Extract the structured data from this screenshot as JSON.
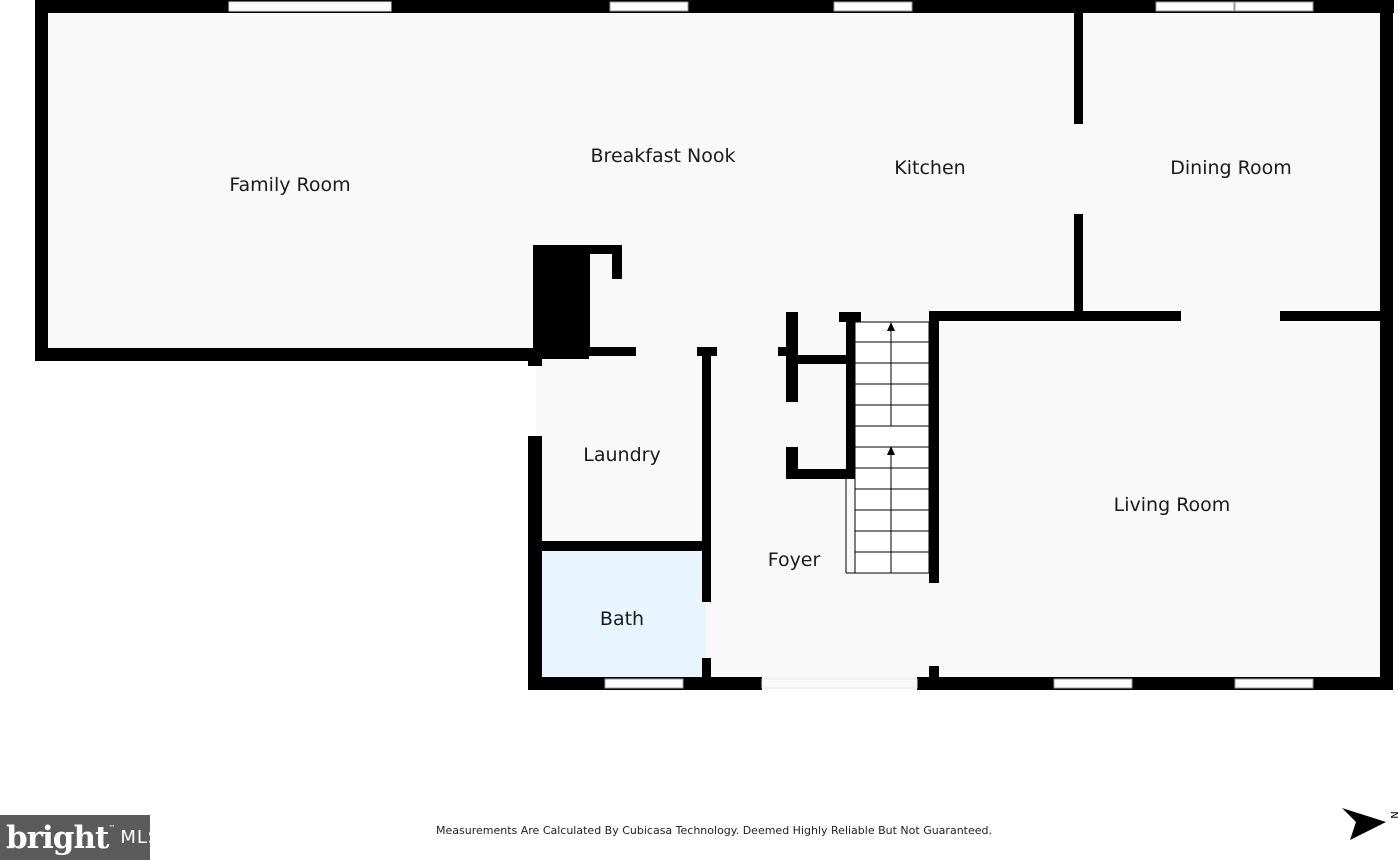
{
  "floorplan": {
    "rooms": [
      {
        "id": "family-room",
        "label": "Family Room",
        "fill": "#f9f9f9"
      },
      {
        "id": "breakfast-nook",
        "label": "Breakfast Nook",
        "fill": "#f9f9f9"
      },
      {
        "id": "kitchen",
        "label": "Kitchen",
        "fill": "#f9f9f9"
      },
      {
        "id": "dining-room",
        "label": "Dining Room",
        "fill": "#f9f9f9"
      },
      {
        "id": "living-room",
        "label": "Living Room",
        "fill": "#f9f9f9"
      },
      {
        "id": "laundry",
        "label": "Laundry",
        "fill": "#f9f9f9"
      },
      {
        "id": "bath",
        "label": "Bath",
        "fill": "#e8f5fe"
      },
      {
        "id": "foyer",
        "label": "Foyer",
        "fill": "#f9f9f9"
      }
    ],
    "wall_color": "#000000"
  },
  "footer": {
    "disclaimer": "Measurements Are Calculated By Cubicasa Technology. Deemed Highly Reliable But Not Guaranteed.",
    "brand": {
      "name": "bright",
      "trademark": "™",
      "suffix": "MLS",
      "background": "#5b5b5b"
    }
  },
  "compass": {
    "letter": "N",
    "icon": "north-arrow-icon"
  }
}
